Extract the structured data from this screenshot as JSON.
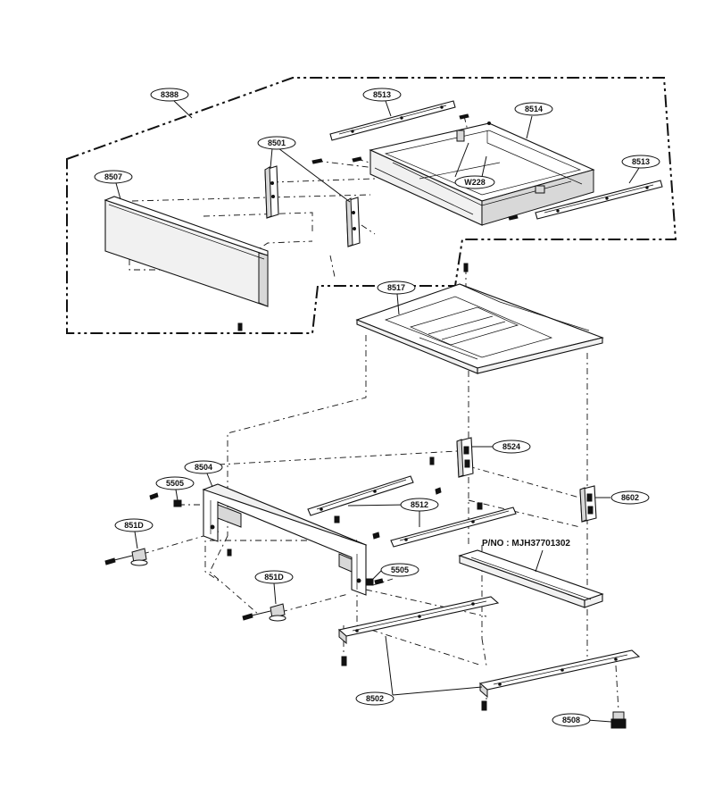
{
  "labels": {
    "l8388": "8388",
    "l8513a": "8513",
    "l8514": "8514",
    "l8501": "8501",
    "l8507": "8507",
    "l8513b": "8513",
    "lW228": "W228",
    "l8517": "8517",
    "l8524": "8524",
    "l8504": "8504",
    "l5505a": "5505",
    "l8602": "8602",
    "l8512": "8512",
    "l851Da": "851D",
    "l5505b": "5505",
    "l851Db": "851D",
    "l8502": "8502",
    "l8508": "8508"
  },
  "part_number_note": "P/NO : MJH37701302"
}
